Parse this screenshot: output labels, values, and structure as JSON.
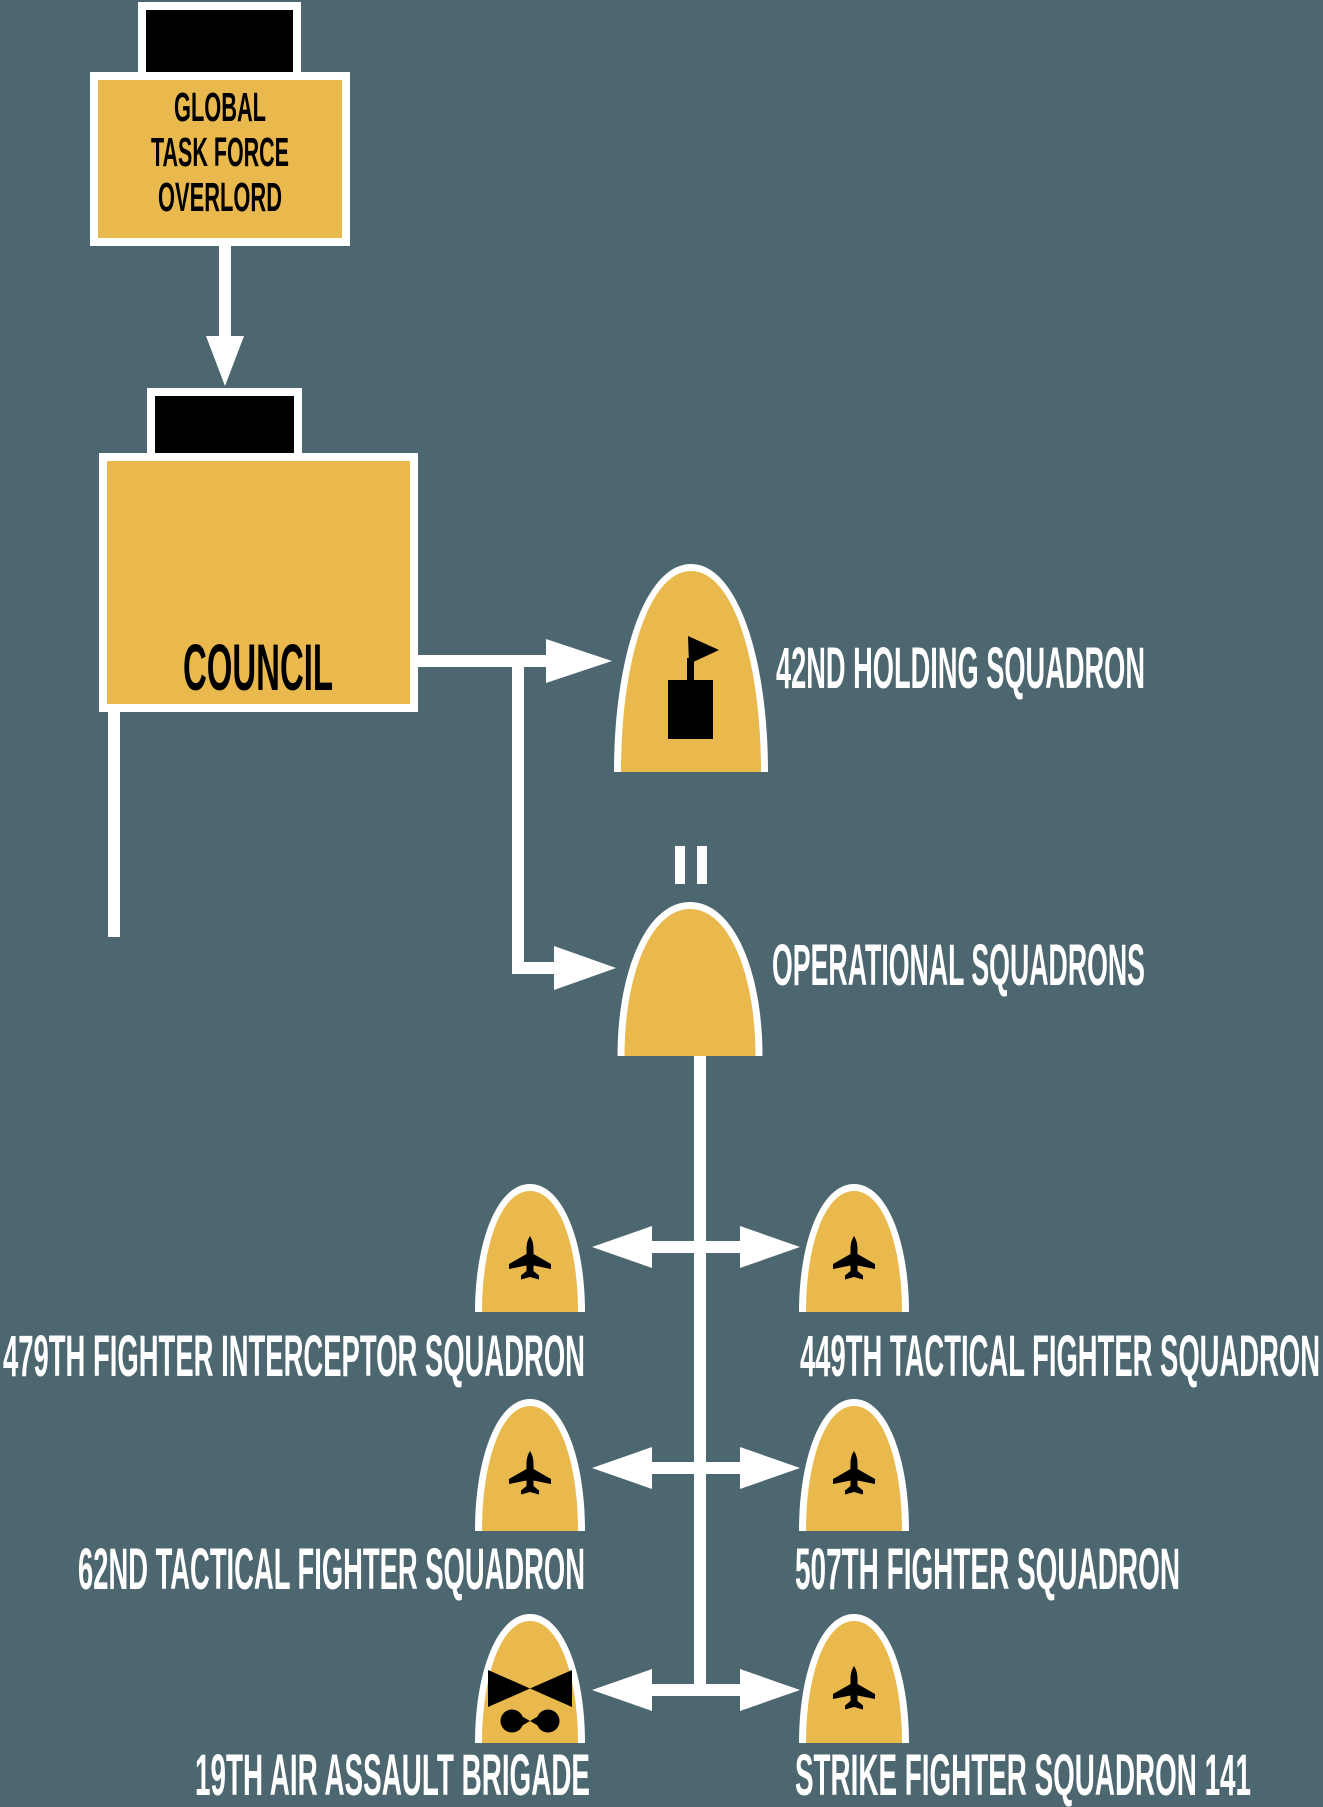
{
  "diagram": {
    "title": "Task force organizational chart",
    "colors": {
      "background": "#4D6770",
      "unit_fill": "#E9B94D",
      "outline_and_lines": "#FFFFFF",
      "unit_icon_and_box_text": "#000000",
      "label_text": "#FFFFFF"
    },
    "root_box": {
      "line1": "GLOBAL",
      "line2": "TASK FORCE",
      "line3": "OVERLORD"
    },
    "council_box": {
      "label": "COUNCIL"
    },
    "holding_unit": {
      "label": "42ND HOLDING SQUADRON",
      "icon": "flag-icon"
    },
    "operational_unit": {
      "label": "OPERATIONAL SQUADRONS",
      "echelon": "II"
    },
    "children": [
      {
        "row": 1,
        "side": "left",
        "label": "479TH FIGHTER INTERCEPTOR SQUADRON",
        "icon": "fighter-jet-icon"
      },
      {
        "row": 1,
        "side": "right",
        "label": "449TH TACTICAL FIGHTER SQUADRON",
        "icon": "fighter-jet-icon"
      },
      {
        "row": 2,
        "side": "left",
        "label": "62ND TACTICAL FIGHTER SQUADRON",
        "icon": "fighter-jet-icon"
      },
      {
        "row": 2,
        "side": "right",
        "label": "507TH FIGHTER SQUADRON",
        "icon": "fighter-jet-icon"
      },
      {
        "row": 3,
        "side": "left",
        "label": "19TH AIR ASSAULT BRIGADE",
        "icon": "air-assault-icon"
      },
      {
        "row": 3,
        "side": "right",
        "label": "STRIKE FIGHTER SQUADRON 141",
        "icon": "fighter-jet-icon"
      }
    ]
  }
}
